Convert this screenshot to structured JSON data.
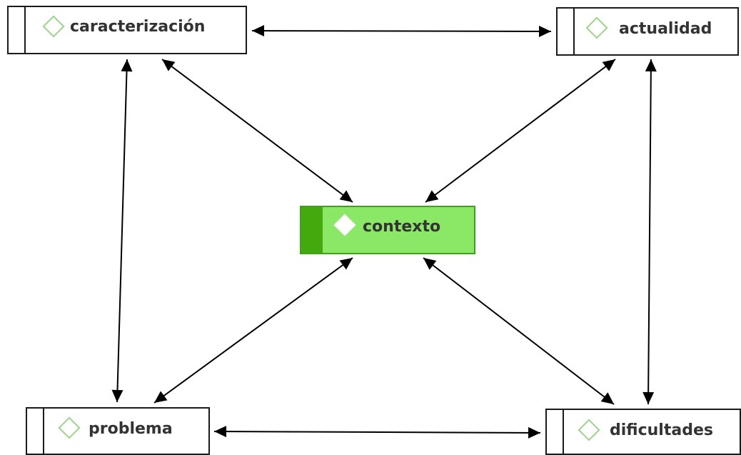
{
  "nodes": {
    "caracterizacion": {
      "label": "caracterización"
    },
    "actualidad": {
      "label": "actualidad"
    },
    "contexto": {
      "label": "contexto"
    },
    "problema": {
      "label": "problema"
    },
    "dificultades": {
      "label": "dificultades"
    }
  },
  "colors": {
    "line": "#000000",
    "node_border": "#1a1a1a",
    "diamond_outline": "#9bd48a",
    "center_fill": "#8ae866",
    "center_stripe": "#44a90e",
    "text": "#333333"
  },
  "edges": [
    {
      "from": "caracterizacion",
      "to": "actualidad",
      "arrows": "both"
    },
    {
      "from": "caracterizacion",
      "to": "contexto",
      "arrows": "both"
    },
    {
      "from": "actualidad",
      "to": "contexto",
      "arrows": "both"
    },
    {
      "from": "caracterizacion",
      "to": "problema",
      "arrows": "both"
    },
    {
      "from": "actualidad",
      "to": "dificultades",
      "arrows": "both"
    },
    {
      "from": "contexto",
      "to": "problema",
      "arrows": "both"
    },
    {
      "from": "contexto",
      "to": "dificultades",
      "arrows": "both"
    },
    {
      "from": "problema",
      "to": "dificultades",
      "arrows": "both"
    }
  ]
}
